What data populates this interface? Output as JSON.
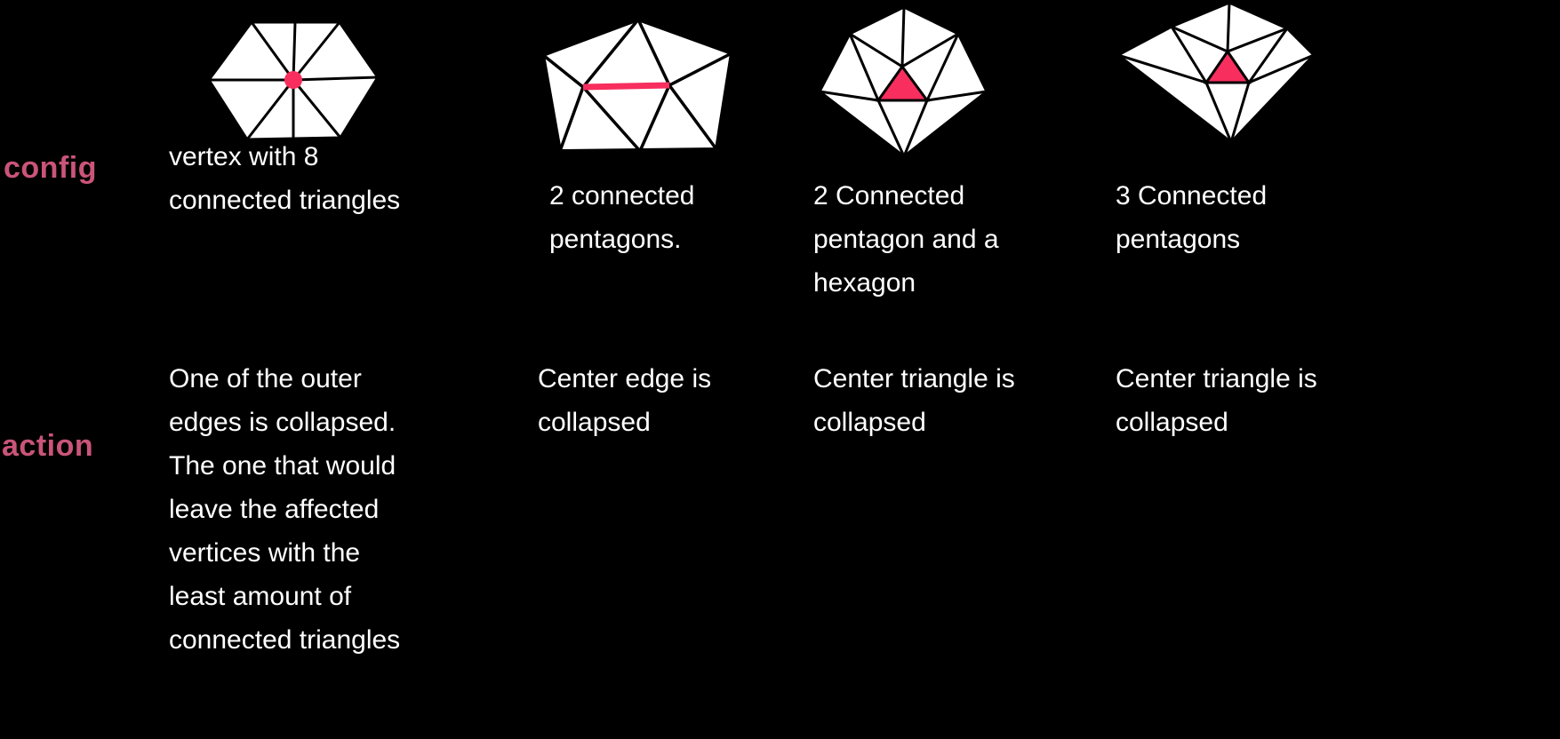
{
  "colors": {
    "background": "#000000",
    "row_label": "#ca547a",
    "highlight_pink": "#f72e5e",
    "shape_fill": "#ffffff",
    "shape_stroke": "#000000",
    "body_text": "#ffffff"
  },
  "rows": {
    "config_label": "config",
    "action_label": "action"
  },
  "columns": [
    {
      "diagram_name": "hexagon-with-8-triangle-fan-and-center-vertex",
      "config": "vertex with 8\nconnected triangles",
      "action": "One of the outer\nedges is collapsed.\nThe one that would\nleave the affected\nvertices with the\nleast amount of\nconnected triangles"
    },
    {
      "diagram_name": "triangulated-pentagon-with-highlighted-center-edge",
      "config": "2 connected\npentagons.",
      "action": "Center edge is\ncollapsed"
    },
    {
      "diagram_name": "triangulated-polygon-with-highlighted-center-triangle",
      "config": "2 Connected\npentagon and a\nhexagon",
      "action": "Center triangle is\ncollapsed"
    },
    {
      "diagram_name": "triangulated-diamond-with-highlighted-center-triangle",
      "config": "3 Connected\npentagons",
      "action": "Center triangle is\ncollapsed"
    }
  ]
}
